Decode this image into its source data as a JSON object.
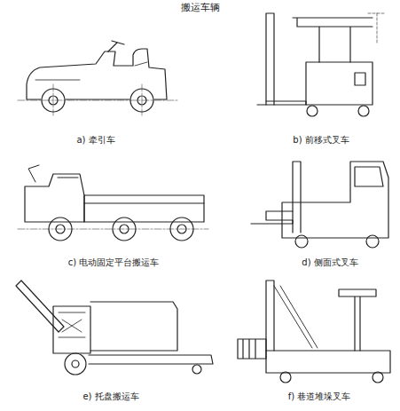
{
  "diagram": {
    "title": "搬运车辆",
    "labels": [
      "a) 牵引车",
      "b) 前移式叉车",
      "c) 电动固定平台搬运车",
      "d) 侧面式叉车",
      "e) 托盘搬运车",
      "f) 巷道堆垛叉车"
    ]
  }
}
